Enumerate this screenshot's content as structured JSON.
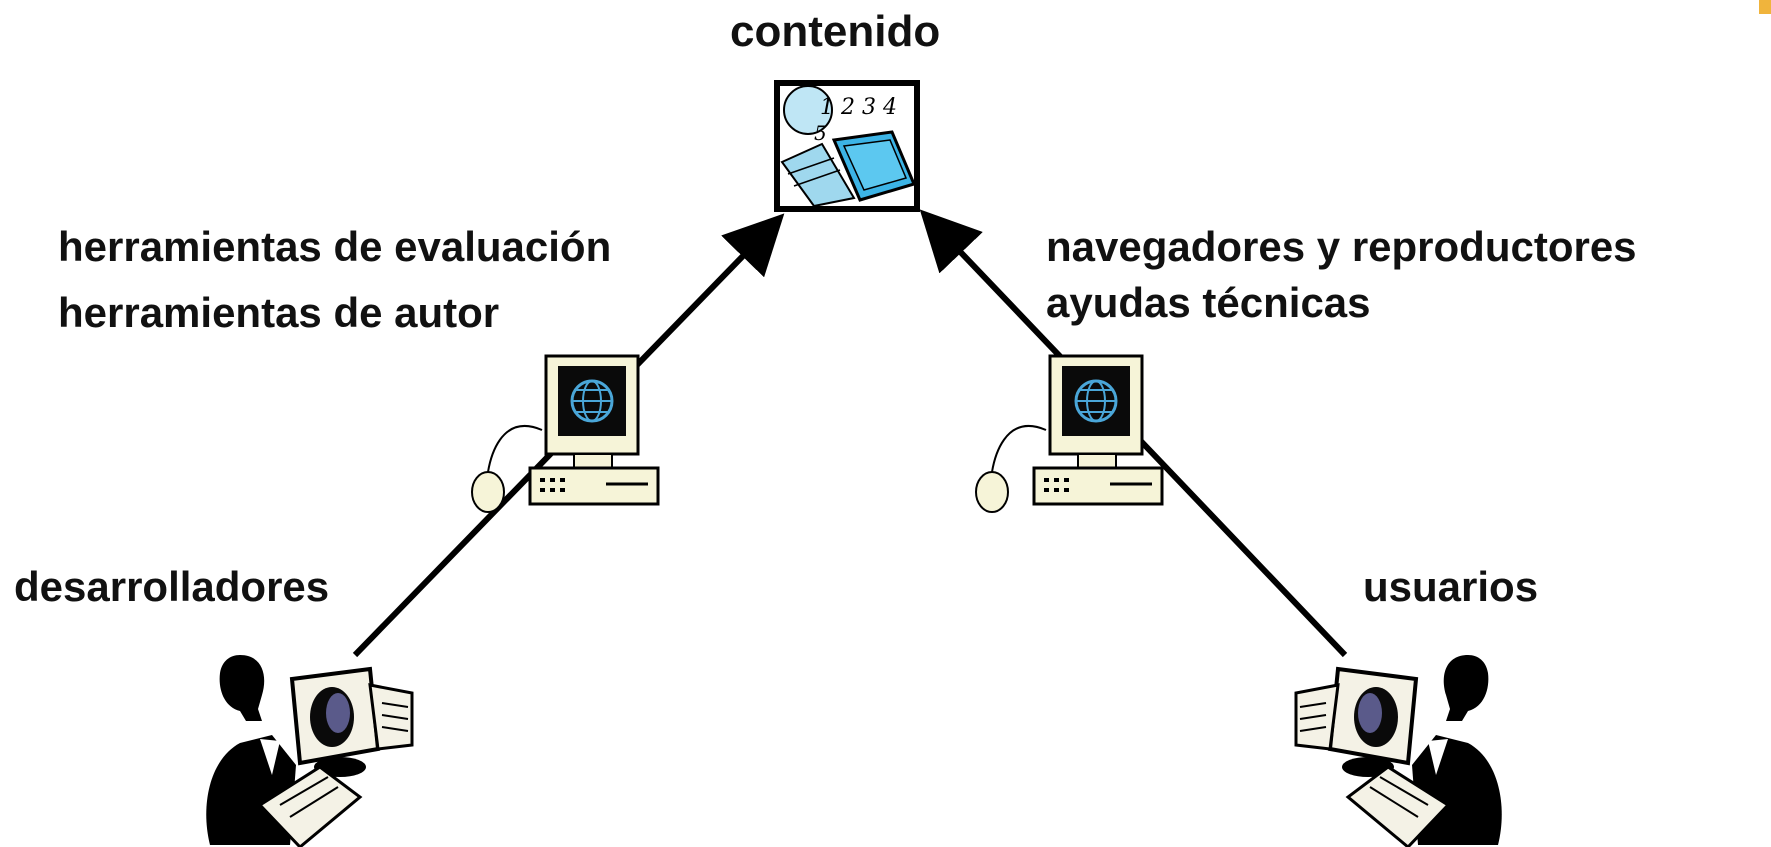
{
  "nodes": {
    "content": {
      "label": "contenido",
      "icon": "content-book-icon"
    },
    "developers": {
      "label": "desarrolladores",
      "icon": "person-at-computer-icon"
    },
    "users": {
      "label": "usuarios",
      "icon": "person-at-computer-icon"
    }
  },
  "edges": {
    "left": {
      "labels": [
        "herramientas de evaluación",
        "herramientas de autor"
      ],
      "icon": "desktop-computer-icon"
    },
    "right": {
      "labels": [
        "navegadores y reproductores",
        "ayudas técnicas"
      ],
      "icon": "desktop-computer-icon"
    }
  },
  "colors": {
    "screen": "#0a0a0a",
    "globe": "#4aa6d8",
    "book": "#3cb4e6",
    "line": "#000000",
    "corner_accent": "#f0b43c"
  }
}
